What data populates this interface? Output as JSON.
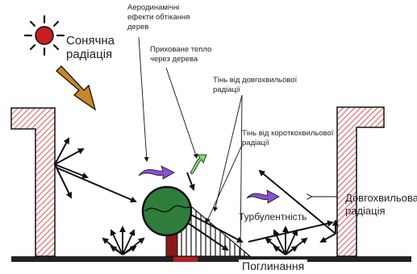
{
  "labels": {
    "solar_radiation": [
      "Сонячна",
      "радіація"
    ],
    "aero_effects": [
      "Аеродинамічні",
      "ефекти обтікання",
      "дерев"
    ],
    "latent_heat": [
      "Приховане тепло",
      "через дерева"
    ],
    "longwave_shade": [
      "Тінь від довгохвильової",
      "радіації"
    ],
    "shortwave_shade": [
      "Тінь від короткохвильової",
      "радіації"
    ],
    "turbulence": "Турбулентність",
    "longwave_radiation": [
      "Довгохвильова",
      "радіація"
    ],
    "absorption": "Поглинання"
  },
  "colors": {
    "sun_fill": "#c81e1e",
    "sun_arrow": "#c8862a",
    "building_hatch": "#e06060",
    "tree_crown": "#2f7d3a",
    "tree_trunk": "#8b1a1a",
    "wind_arrow": "#8a4fd0",
    "heat_arrow": "#7fdc6a",
    "ground": "#222222"
  }
}
